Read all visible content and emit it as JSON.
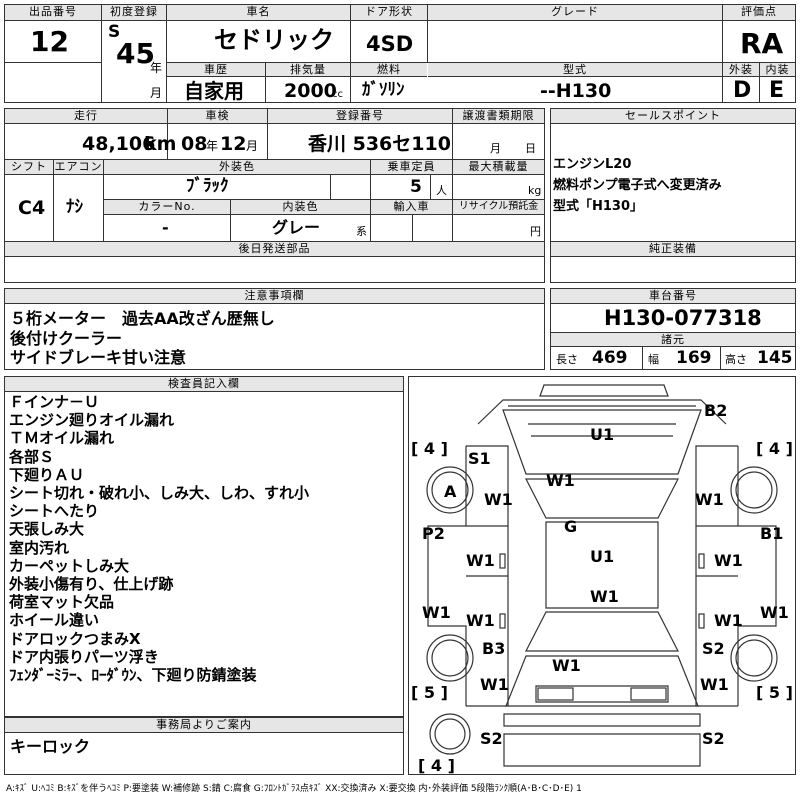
{
  "header": {
    "lot_no_label": "出品番号",
    "lot_no": "12",
    "first_reg_label": "初度登録",
    "era": "S",
    "year": "45",
    "year_unit": "年",
    "month_unit": "月",
    "model_name_label": "車名",
    "model_name": "セドリック",
    "door_label": "ドア形状",
    "door": "4SD",
    "grade_label": "グレード",
    "grade": "",
    "score_label": "評価点",
    "score": "RA",
    "history_label": "車歴",
    "history": "自家用",
    "displacement_label": "排気量",
    "displacement": "2000",
    "displacement_unit": "cc",
    "fuel_label": "燃料",
    "fuel": "ｶﾞｿﾘﾝ",
    "model_code_label": "型式",
    "model_code": "--H130",
    "exterior_label": "外装",
    "exterior_grade": "D",
    "interior_label": "内装",
    "interior_grade": "E"
  },
  "row2": {
    "mileage_label": "走行",
    "mileage": "48,106",
    "mileage_unit": "km",
    "inspection_label": "車検",
    "insp_year": "08",
    "insp_year_unit": "年",
    "insp_month": "12",
    "insp_month_unit": "月",
    "plate_label": "登録番号",
    "plate": "香川 536セ110",
    "transfer_label": "譲渡書類期限",
    "transfer_month": "月",
    "transfer_day": "日",
    "shift_label": "シフト",
    "shift": "C4",
    "ac_label": "エアコン",
    "ac": "ﾅｼ",
    "color_label": "外装色",
    "color": "ﾌﾞﾗｯｸ",
    "capacity_label": "乗車定員",
    "capacity": "5",
    "capacity_unit": "人",
    "load_label": "最大積載量",
    "load_unit": "kg",
    "color_no_label": "カラーNo.",
    "color_no": "-",
    "int_color_label": "内装色",
    "int_color": "グレー",
    "int_color_unit": "系",
    "import_label": "輸入車",
    "recycle_label": "リサイクル預託金",
    "recycle_unit": "円"
  },
  "sales": {
    "label": "セールスポイント",
    "lines": [
      "エンジンL20",
      "燃料ポンプ電子式へ変更済み",
      "型式「H130」"
    ]
  },
  "later_parts_label": "後日発送部品",
  "genuine_label": "純正装備",
  "notes": {
    "label": "注意事項欄",
    "lines": [
      "５桁メーター　過去AA改ざん歴無し",
      "後付けクーラー",
      "サイドブレーキ甘い注意"
    ]
  },
  "chassis": {
    "label": "車台番号",
    "number": "H130-077318",
    "dims_label": "諸元",
    "length_label": "長さ",
    "length": "469",
    "width_label": "幅",
    "width": "169",
    "height_label": "高さ",
    "height": "145"
  },
  "inspector": {
    "label": "検査員記入欄",
    "lines": [
      "Ｆインナ－Ｕ",
      "エンジン廻りオイル漏れ",
      "ＴＭオイル漏れ",
      "各部Ｓ",
      "下廻りＡＵ",
      "シート切れ・破れ小、しみ大、しわ、すれ小",
      "シートへたり",
      "天張しみ大",
      "室内汚れ",
      "カーペットしみ大",
      "外装小傷有り、仕上げ跡",
      "荷室マット欠品",
      "ホイール違い",
      "ドアロックつまみX",
      "ドア内張りパーツ浮き",
      "ﾌｪﾝﾀﾞｰﾐﾗｰ、ﾛｰﾀﾞｳﾝ、下廻り防錆塗装"
    ]
  },
  "office": {
    "label": "事務局よりご案内",
    "lines": [
      "キーロック"
    ]
  },
  "diagram": {
    "marks": {
      "b2": "B2",
      "u1_top": "U1",
      "tire_fl": "[ 4 ]",
      "tire_fr": "[ 4 ]",
      "s1": "S1",
      "w1_hood": "W1",
      "a": "A",
      "w1_fl": "W1",
      "w1_fr": "W1",
      "g": "G",
      "p2": "P2",
      "b1": "B1",
      "u1_roof": "U1",
      "w1_dl1": "W1",
      "w1_dr1": "W1",
      "w1_roof": "W1",
      "w1_dl2": "W1",
      "w1_dr2": "W1",
      "w1_rl": "W1",
      "w1_rr": "W1",
      "b3": "B3",
      "s2_r": "S2",
      "w1_trunk": "W1",
      "w1_rl2": "W1",
      "w1_rr2": "W1",
      "tire_rl": "[ 5 ]",
      "tire_rr": "[ 5 ]",
      "s2_bl": "S2",
      "s2_br": "S2",
      "tire_spare": "[ 4 ]"
    }
  },
  "legend": "A:ｷｽﾞ U:ﾍｺﾐ B:ｷｽﾞを伴うﾍｺﾐ P:要塗装 W:補修跡 S:錆 C:腐食 G:ﾌﾛﾝﾄｶﾞﾗｽ点ｷｽﾞ XX:交換済み X:要交換 内･外装評価 5段階ﾗﾝｸ順(A･B･C･D･E) 1"
}
